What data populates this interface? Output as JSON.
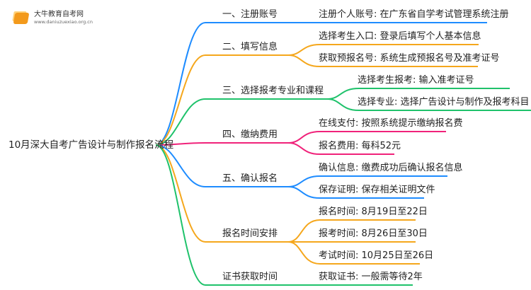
{
  "logo": {
    "name": "大牛教育自考网",
    "url": "www.daniuzuexiao.org.cn"
  },
  "root": "10月深大自考广告设计与制作报名流程",
  "colors": {
    "blue": "#1e8cff",
    "orange": "#f5a71c",
    "green": "#1fc26b",
    "pink": "#f0227a"
  },
  "branches": [
    {
      "label": "一、注册账号",
      "color": "blue",
      "children": [
        "注册个人账号: 在广东省自学考试管理系统注册"
      ]
    },
    {
      "label": "二、填写信息",
      "color": "orange",
      "children": [
        "选择考生入口: 登录后填写个人基本信息",
        "获取预报名号: 系统生成预报名号及准考证号"
      ]
    },
    {
      "label": "三、选择报考专业和课程",
      "color": "green",
      "children": [
        "选择考生报考: 输入准考证号",
        "选择专业: 选择广告设计与制作及报考科目"
      ]
    },
    {
      "label": "四、缴纳费用",
      "color": "pink",
      "children": [
        "在线支付: 按照系统提示缴纳报名费",
        "报名费用: 每科52元"
      ]
    },
    {
      "label": "五、确认报名",
      "color": "blue",
      "children": [
        "确认信息: 缴费成功后确认报名信息",
        "保存证明: 保存相关证明文件"
      ]
    },
    {
      "label": "报名时间安排",
      "color": "orange",
      "children": [
        "报名时间: 8月19日至22日",
        "报考时间: 8月26日至30日",
        "考试时间: 10月25日至26日"
      ]
    },
    {
      "label": "证书获取时间",
      "color": "green",
      "children": [
        "获取证书: 一般需等待2年"
      ]
    }
  ]
}
